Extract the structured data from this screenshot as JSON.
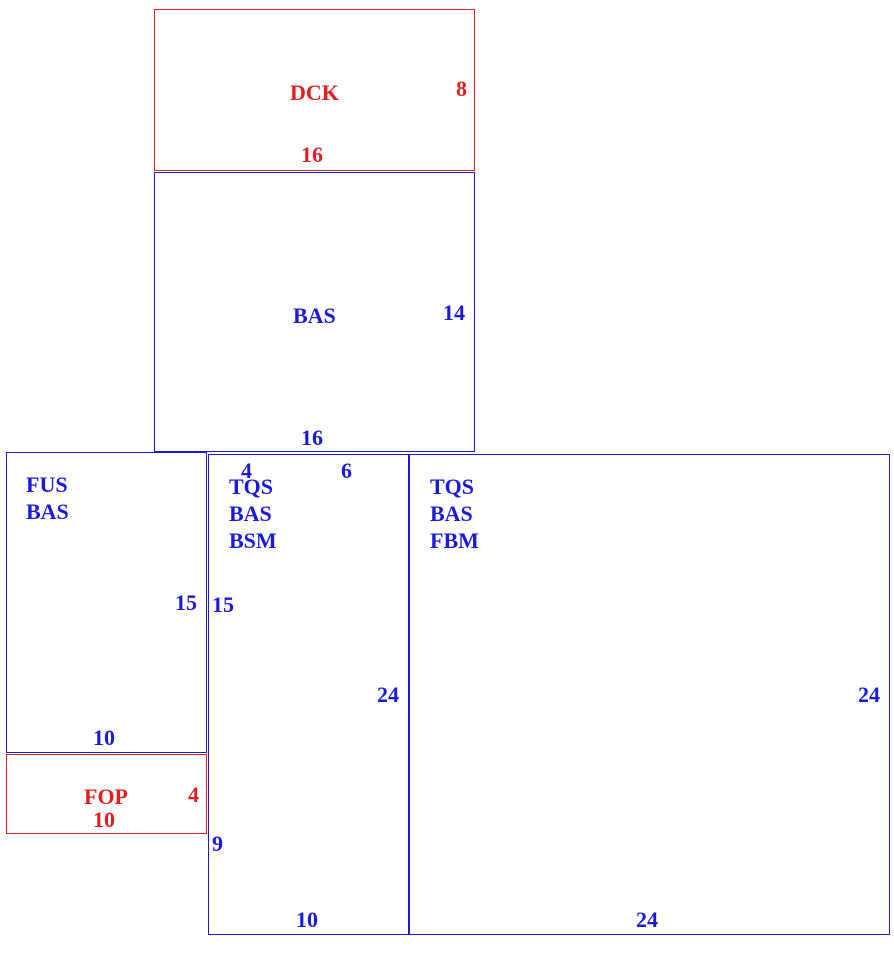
{
  "colors": {
    "red": "#e02020",
    "blue": "#1a1adc"
  },
  "rooms": {
    "dck": {
      "lines": [
        "DCK"
      ],
      "width": "16",
      "height": "8"
    },
    "bas": {
      "lines": [
        "BAS"
      ],
      "width": "16",
      "height": "14"
    },
    "fus": {
      "lines": [
        "FUS",
        "BAS"
      ],
      "width": "10",
      "height": "15"
    },
    "fop": {
      "lines": [
        "FOP"
      ],
      "width": "10",
      "height": "4"
    },
    "bsm": {
      "lines": [
        "TQS",
        "BAS",
        "BSM"
      ],
      "width": "10",
      "height": "24",
      "extra": [
        "4",
        "6",
        "15",
        "9"
      ]
    },
    "fbm": {
      "lines": [
        "TQS",
        "BAS",
        "FBM"
      ],
      "width": "24",
      "height": "24"
    }
  }
}
